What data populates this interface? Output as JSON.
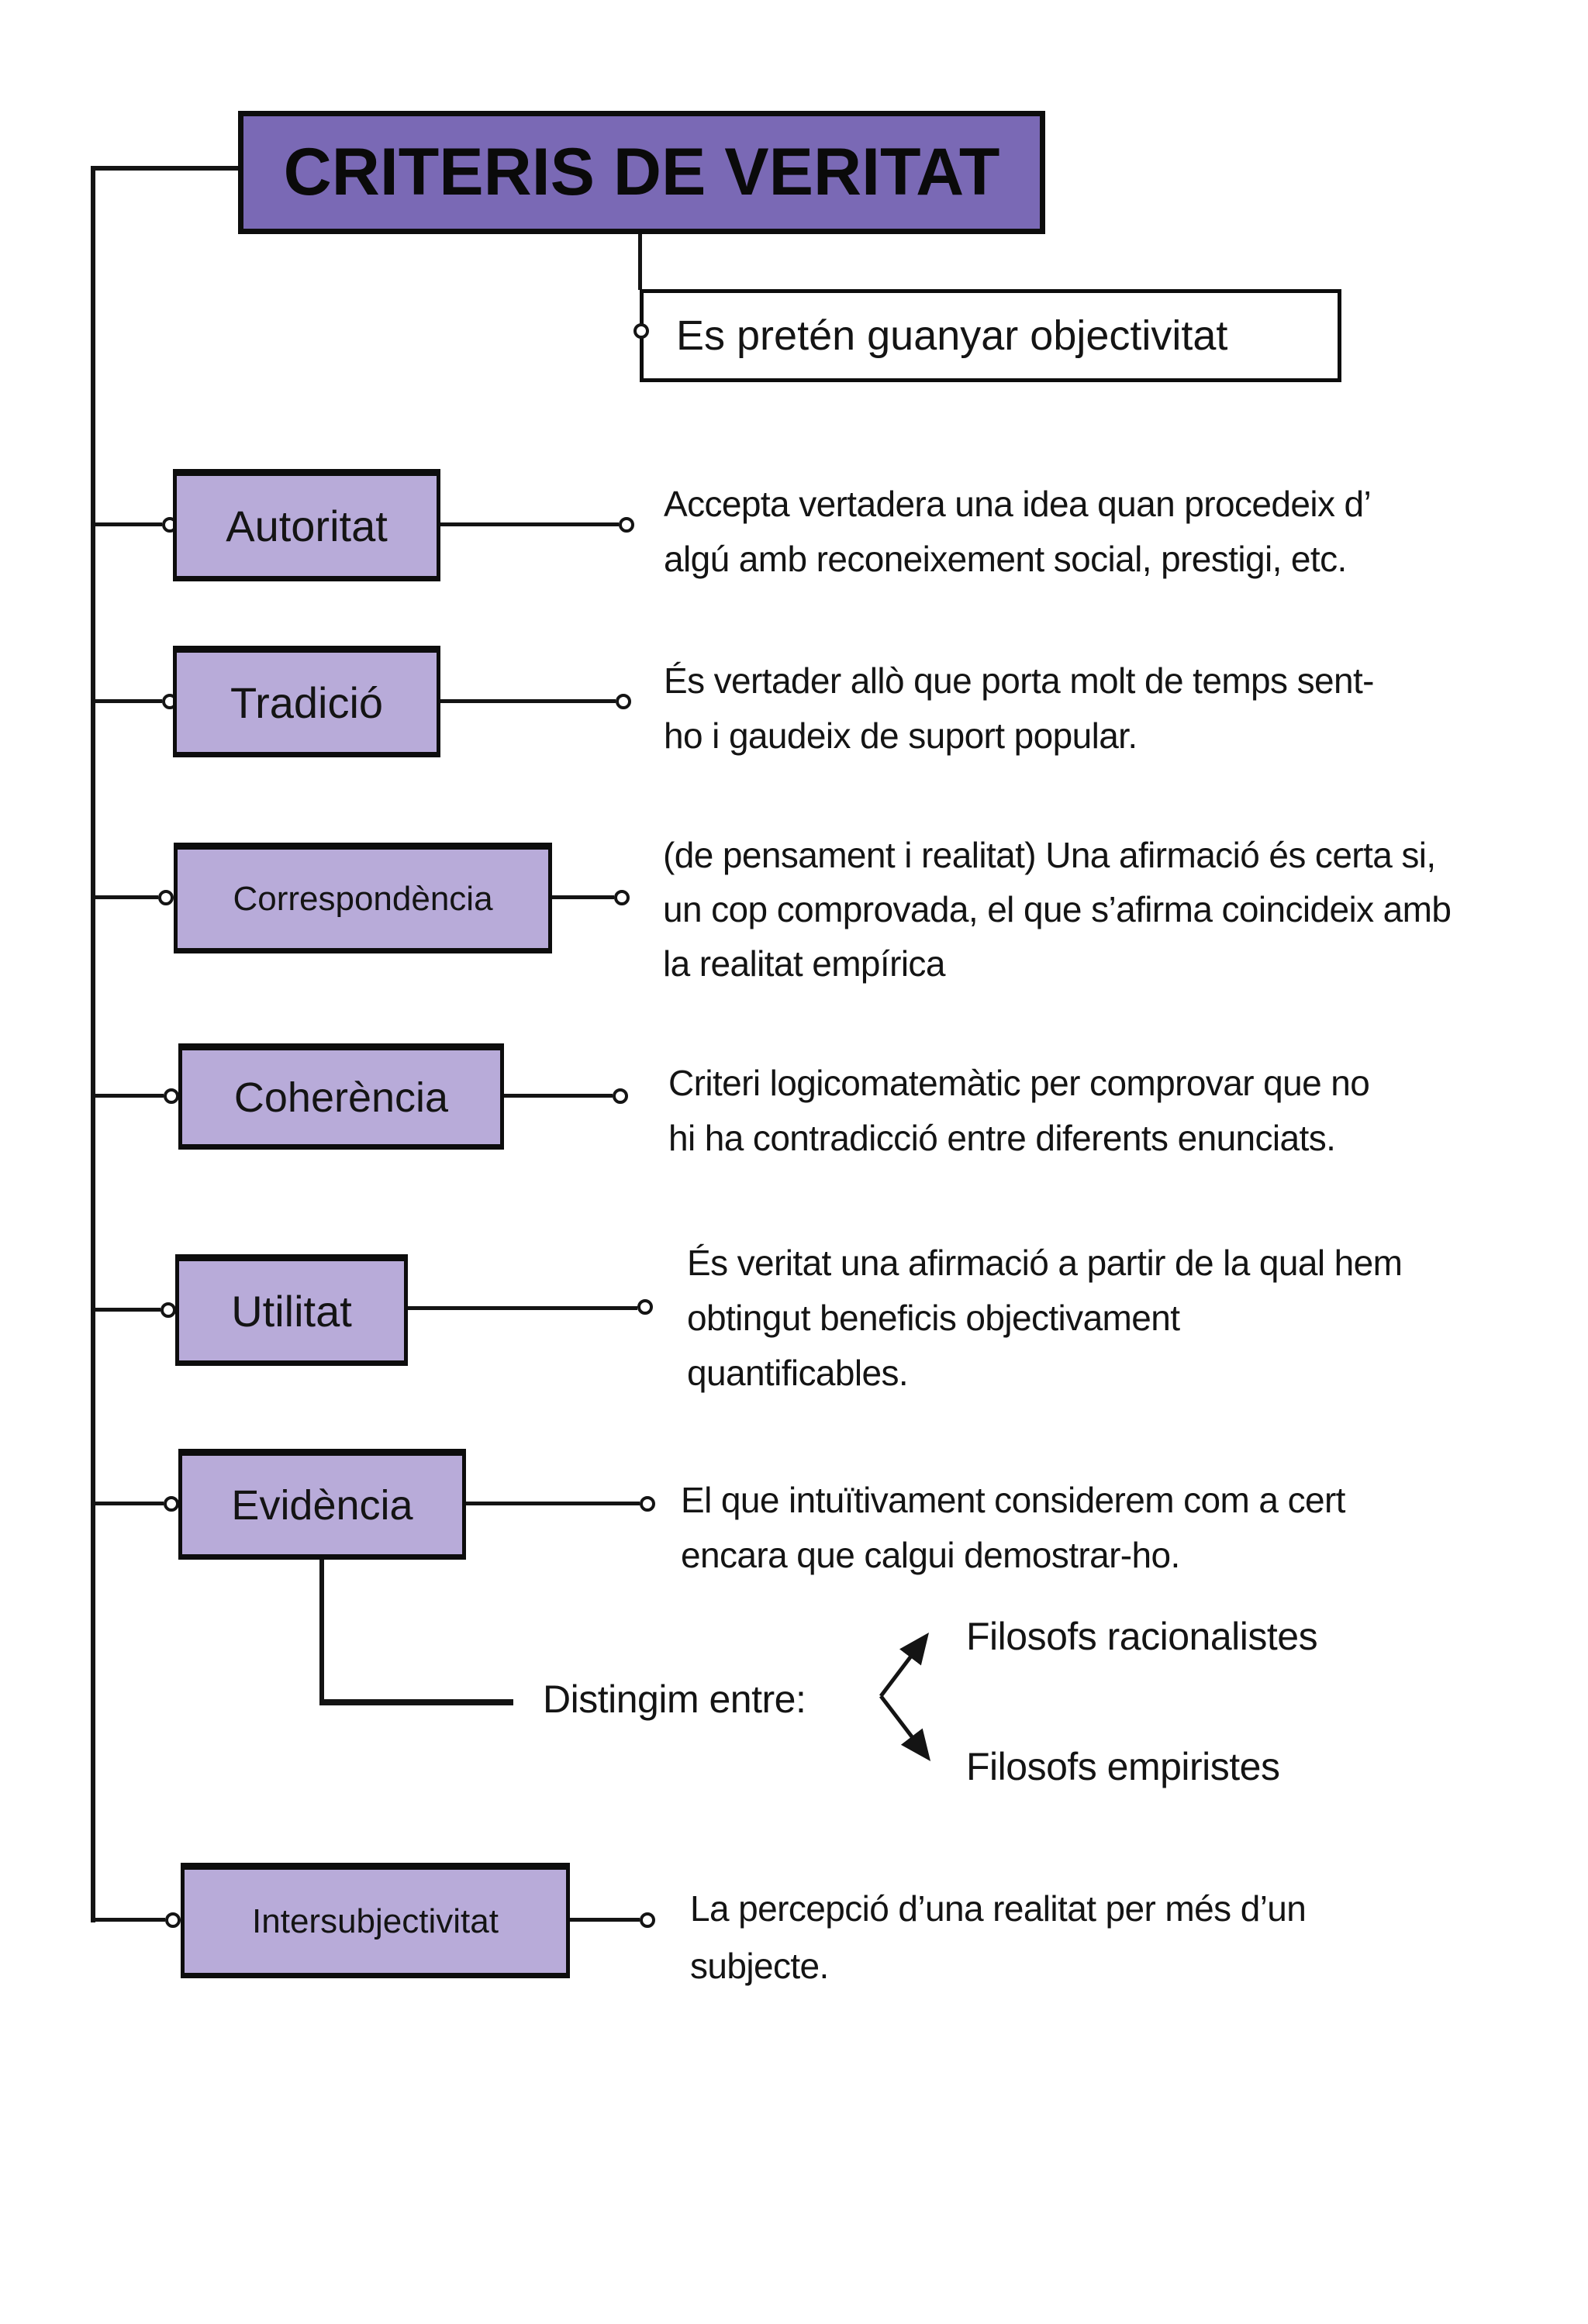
{
  "title": {
    "text": "CRITERIS DE VERITAT"
  },
  "subtitle": {
    "text": "Es pretén guanyar objectivitat"
  },
  "criteria": [
    {
      "label": "Autoritat",
      "description": "Accepta vertadera una idea quan procedeix d’\nalgú amb reconeixement social, prestigi, etc."
    },
    {
      "label": "Tradició",
      "description": "És vertader allò que porta molt de temps sent-\nho i gaudeix de suport popular."
    },
    {
      "label": "Correspondència",
      "description": "(de pensament i realitat) Una afirmació és certa si,\nun cop comprovada, el que s’afirma coincideix amb\nla realitat empírica"
    },
    {
      "label": "Coherència",
      "description": "Criteri logicomatemàtic per comprovar que no\nhi ha contradicció entre diferents enunciats."
    },
    {
      "label": "Utilitat",
      "description": "És veritat una afirmació a partir de la qual hem\nobtingut beneficis objectivament\nquantificables."
    },
    {
      "label": "Evidència",
      "description": "El que intuïtivament considerem com a cert\nencara que calgui demostrar-ho."
    },
    {
      "label": "Intersubjectivitat",
      "description": "La percepció d’una realitat per més d’un\nsubjecte."
    }
  ],
  "evidencia_branch": {
    "label": "Distingim entre:",
    "options": [
      "Filosofs racionalistes",
      "Filosofs empiristes"
    ]
  },
  "colors": {
    "title_fill": "#7a69b5",
    "box_fill": "#b8abd9",
    "line": "#141414"
  }
}
